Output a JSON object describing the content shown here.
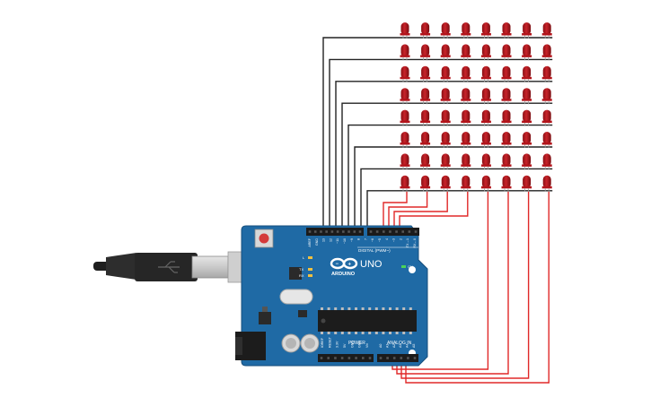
{
  "board": {
    "brand": "ARDUINO",
    "model": "UNO",
    "digital_header": "DIGITAL (PWM~)",
    "power_header": "POWER",
    "analog_header": "ANALOG IN",
    "led_l": "L",
    "led_tx": "TX",
    "led_rx": "RX",
    "led_on": "ON",
    "digital_pins": [
      "AREF",
      "GND",
      "13",
      "12",
      "~11",
      "~10",
      "~9",
      "8",
      "7",
      "~6",
      "~5",
      "4",
      "~3",
      "2",
      "TX→1",
      "RX←0"
    ],
    "power_pins": [
      "IOREF",
      "RESET",
      "3.3V",
      "5V",
      "GND",
      "GND",
      "Vin"
    ],
    "analog_pins": [
      "A0",
      "A1",
      "A2",
      "A3",
      "A4",
      "A5"
    ]
  },
  "led_matrix": {
    "rows": 8,
    "cols": 8
  },
  "colors": {
    "board": "#1f6aa5",
    "led": "#b3141b",
    "wire_black": "#222222",
    "wire_red": "#e02828",
    "cable": "#2a2a2a",
    "connector": "#d0d0d0"
  }
}
